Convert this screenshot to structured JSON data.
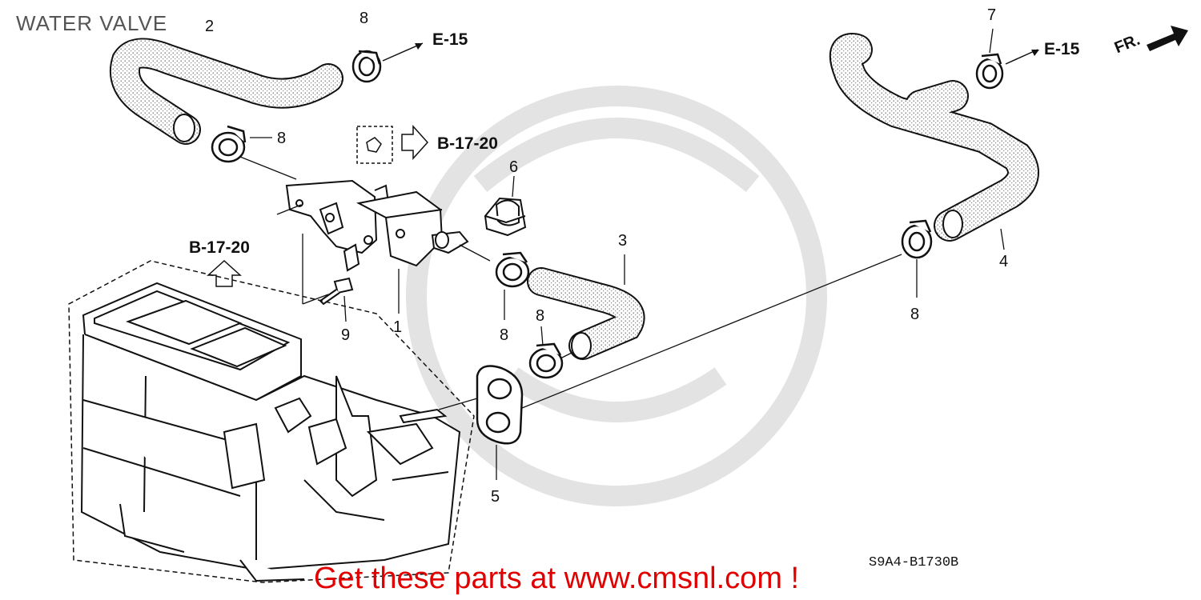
{
  "diagram": {
    "title": "WATER VALVE",
    "direction_label": "FR.",
    "drawing_code": "S9A4-B1730B",
    "references": {
      "e15_left": "E-15",
      "e15_right": "E-15",
      "b1720_right": "B-17-20",
      "b1720_left": "B-17-20"
    },
    "callouts": {
      "c2": "2",
      "c8_top": "8",
      "c8_hose": "8",
      "c7": "7",
      "c6": "6",
      "c3": "3",
      "c4": "4",
      "c8_right": "8",
      "c1": "1",
      "c9": "9",
      "c8_mid": "8",
      "c8_low": "8",
      "c5": "5"
    }
  },
  "watermark": {
    "text": "Get these parts at www.cmsnl.com !",
    "color": "#e00000"
  }
}
